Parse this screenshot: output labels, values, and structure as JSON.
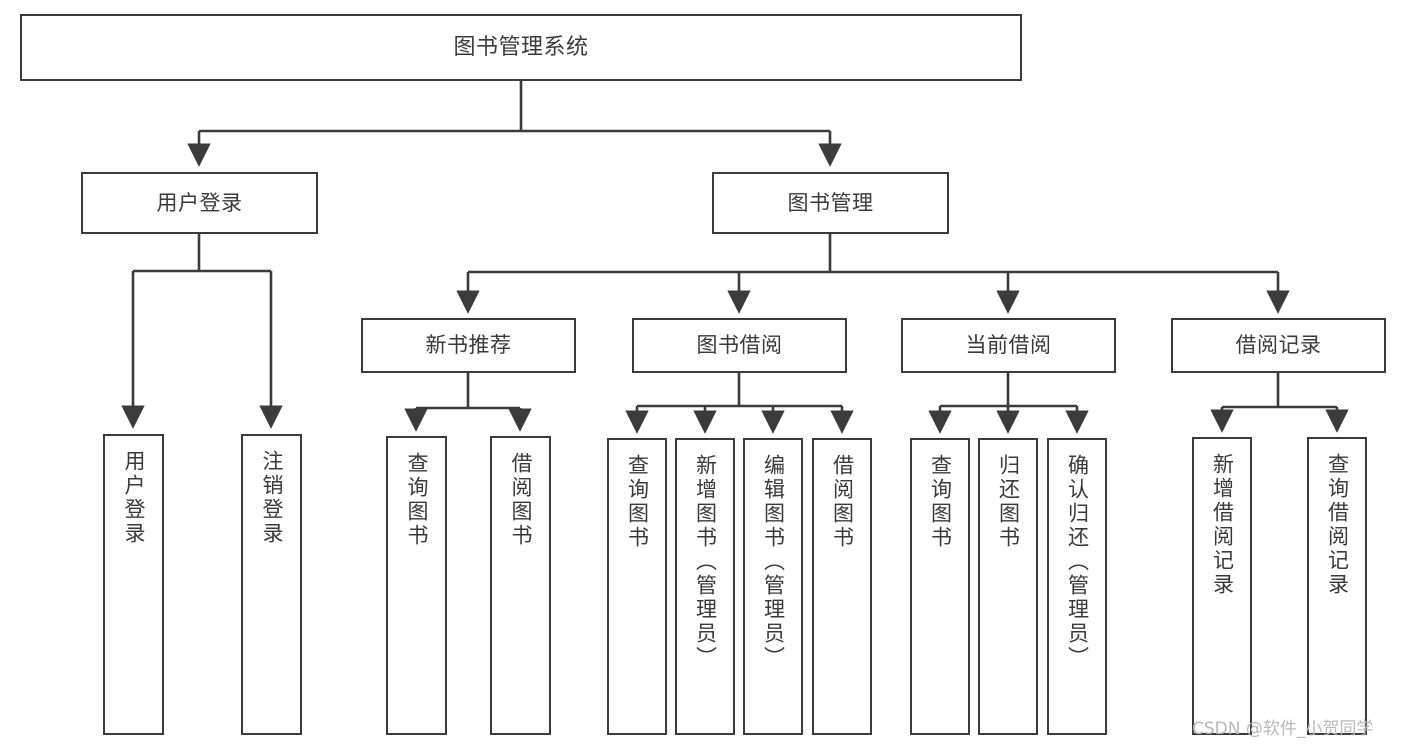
{
  "diagram": {
    "title": "图书管理系统",
    "type": "tree-hierarchy-diagram",
    "background_color": "#ffffff",
    "border_color": "#3b3b3b",
    "text_color": "#3a3a3a",
    "nodes": {
      "root": {
        "label": "图书管理系统"
      },
      "level2": [
        {
          "label": "用户登录"
        },
        {
          "label": "图书管理"
        }
      ],
      "level3": [
        {
          "label": "新书推荐"
        },
        {
          "label": "图书借阅"
        },
        {
          "label": "当前借阅"
        },
        {
          "label": "借阅记录"
        }
      ],
      "leaves_user_login": [
        {
          "label": "用户登录"
        },
        {
          "label": "注销登录"
        }
      ],
      "leaves_new_book": [
        {
          "label": "查询图书"
        },
        {
          "label": "借阅图书"
        }
      ],
      "leaves_borrow": [
        {
          "label": "查询图书"
        },
        {
          "label": "新增图书（管理员）"
        },
        {
          "label": "编辑图书（管理员）"
        },
        {
          "label": "借阅图书"
        }
      ],
      "leaves_current": [
        {
          "label": "查询图书"
        },
        {
          "label": "归还图书"
        },
        {
          "label": "确认归还（管理员）"
        }
      ],
      "leaves_record": [
        {
          "label": "新增借阅记录"
        },
        {
          "label": "查询借阅记录"
        }
      ]
    }
  },
  "watermark": {
    "text": "CSDN @软件_小贺同学",
    "color": "#b9b9b9"
  }
}
